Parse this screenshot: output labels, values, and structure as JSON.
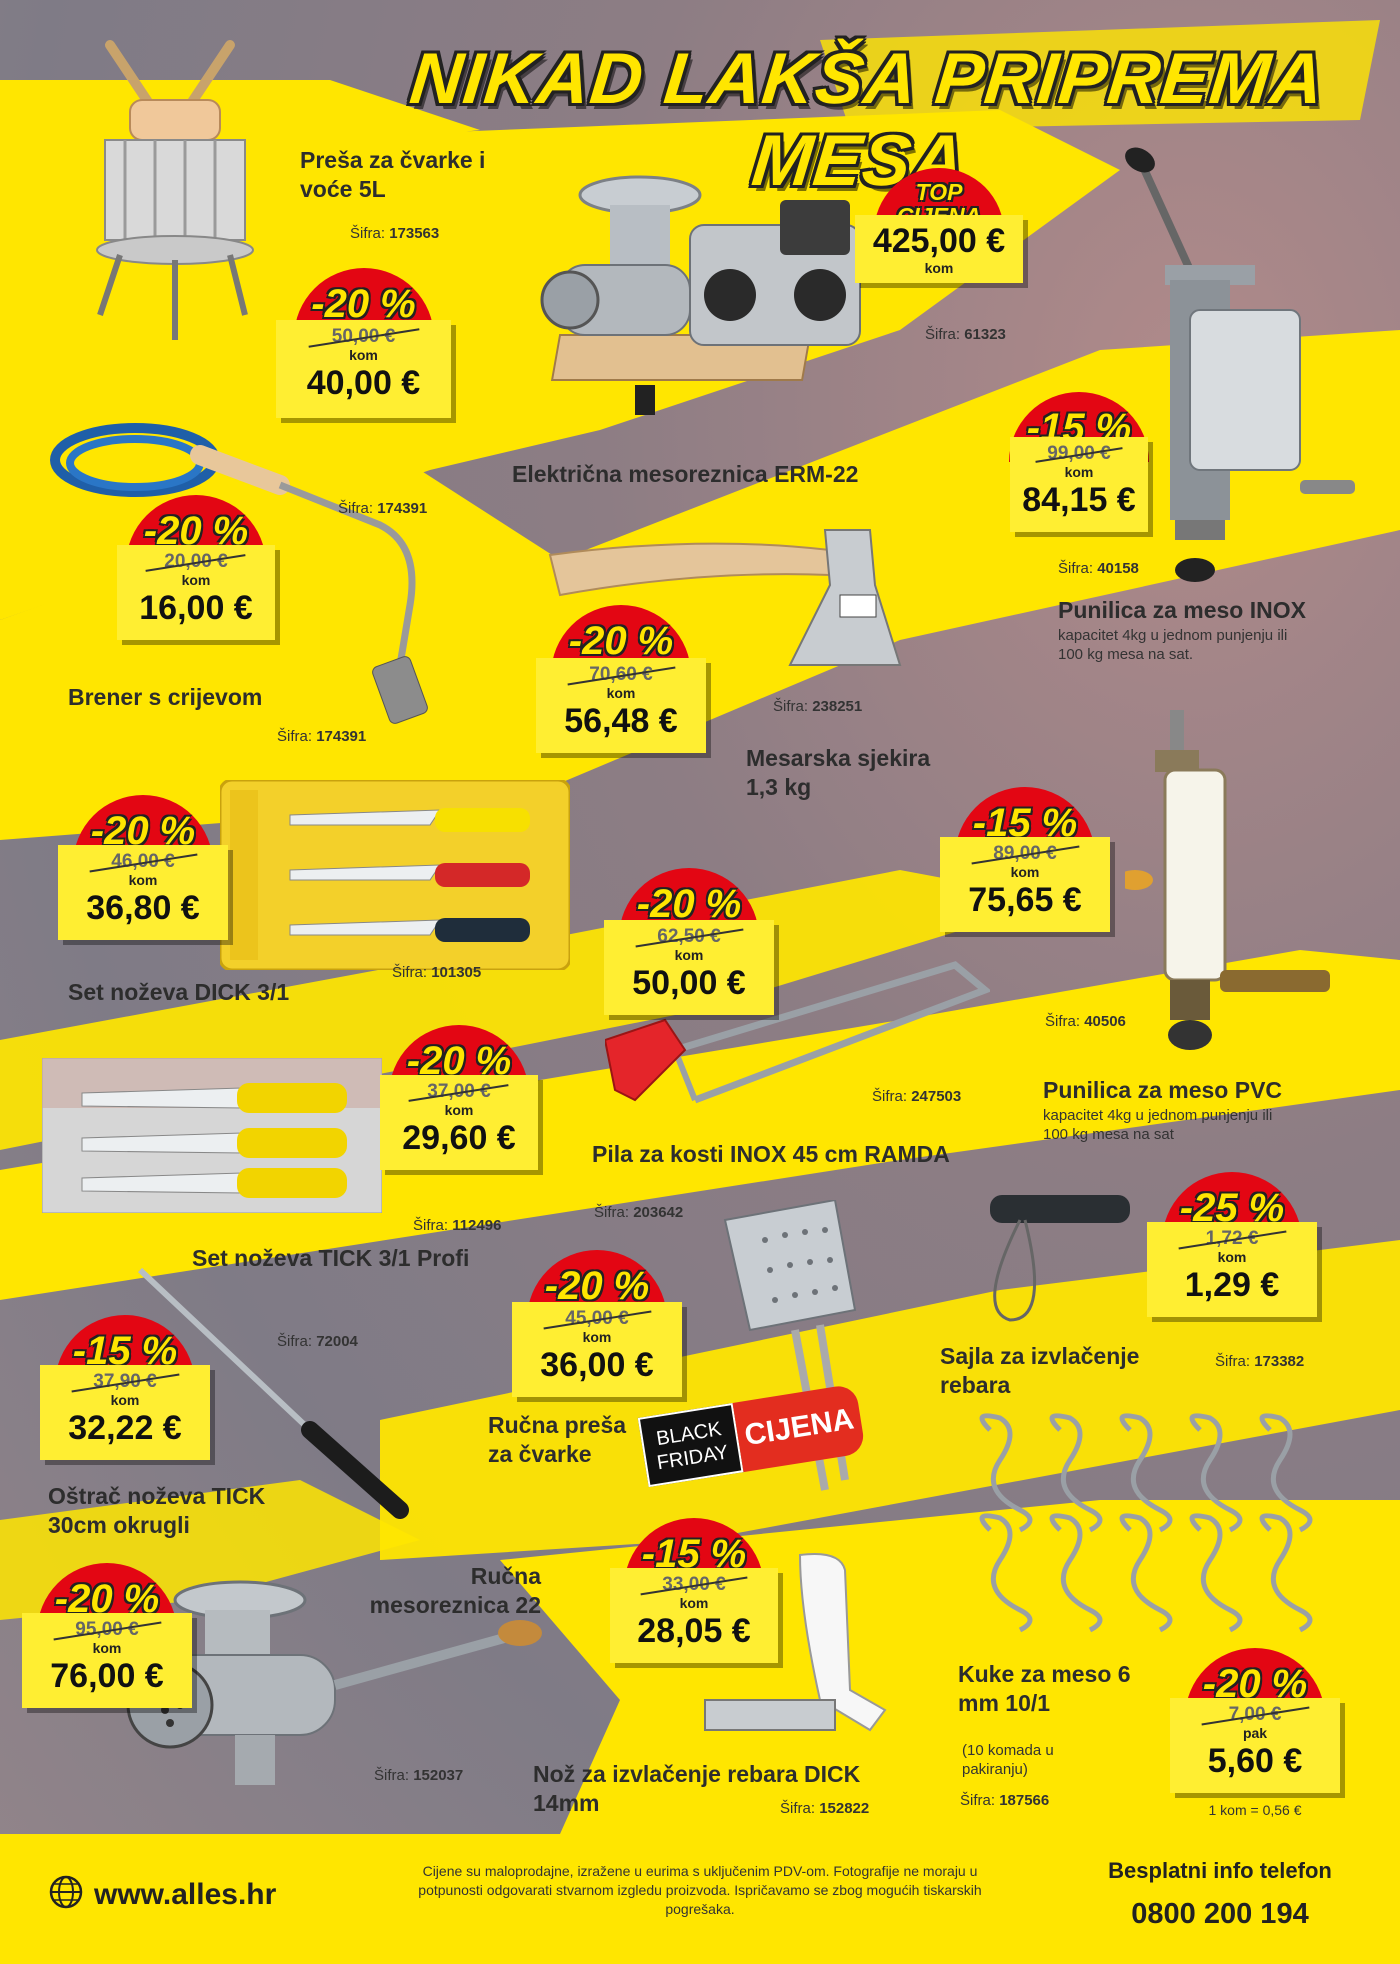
{
  "title": "NIKAD LAKŠA PRIPREMA MESA",
  "colors": {
    "yellow": "#ffe600",
    "red": "#e30613",
    "dark": "#2b2b2b"
  },
  "products": [
    {
      "name": "Preša za čvarke i voće 5L",
      "sifra_label": "Šifra:",
      "sifra": "173563",
      "badge": "-20 %",
      "old_price": "50,00 €",
      "unit": "kom",
      "price": "40,00 €"
    },
    {
      "name": "Električna mesoreznica ERM-22",
      "sifra_label": "Šifra:",
      "sifra": "61323",
      "badge": "TOP CIJENA",
      "old_price": "",
      "unit": "kom",
      "price": "425,00 €"
    },
    {
      "name": "Punilica za meso INOX",
      "desc": "kapacitet 4kg u jednom punjenju ili 100 kg mesa na sat.",
      "sifra_label": "Šifra:",
      "sifra": "40158",
      "badge": "-15 %",
      "old_price": "99,00 €",
      "unit": "kom",
      "price": "84,15 €"
    },
    {
      "name": "Brener s crijevom",
      "sifra_label": "Šifra:",
      "sifra": "174391",
      "sifra2": "174391",
      "badge": "-20 %",
      "old_price": "20,00 €",
      "unit": "kom",
      "price": "16,00 €"
    },
    {
      "name": "Mesarska sjekira 1,3 kg",
      "sifra_label": "Šifra:",
      "sifra": "238251",
      "badge": "-20 %",
      "old_price": "70,60 €",
      "unit": "kom",
      "price": "56,48 €"
    },
    {
      "name": "Set noževa DICK 3/1",
      "sifra_label": "Šifra:",
      "sifra": "101305",
      "badge": "-20 %",
      "old_price": "46,00 €",
      "unit": "kom",
      "price": "36,80 €"
    },
    {
      "name": "Punilica za meso PVC",
      "desc": "kapacitet 4kg u jednom punjenju ili 100 kg mesa na sat",
      "sifra_label": "Šifra:",
      "sifra": "40506",
      "badge": "-15 %",
      "old_price": "89,00 €",
      "unit": "kom",
      "price": "75,65 €"
    },
    {
      "name": "Pila za kosti INOX 45 cm RAMDA",
      "sifra_label": "Šifra:",
      "sifra": "247503",
      "badge": "-20 %",
      "old_price": "62,50 €",
      "unit": "kom",
      "price": "50,00 €"
    },
    {
      "name": "Set noževa TICK 3/1 Profi",
      "sifra_label": "Šifra:",
      "sifra": "112496",
      "badge": "-20 %",
      "old_price": "37,00 €",
      "unit": "kom",
      "price": "29,60 €"
    },
    {
      "name": "Sajla za izvlačenje rebara",
      "sifra_label": "Šifra:",
      "sifra": "173382",
      "badge": "-25 %",
      "old_price": "1,72 €",
      "unit": "kom",
      "price": "1,29 €"
    },
    {
      "name": "Ručna preša za čvarke",
      "sifra_label": "Šifra:",
      "sifra": "203642",
      "badge": "-20 %",
      "old_price": "45,00 €",
      "unit": "kom",
      "price": "36,00 €"
    },
    {
      "name": "Oštrač noževa TICK 30cm okrugli",
      "sifra_label": "Šifra:",
      "sifra": "72004",
      "badge": "-15 %",
      "old_price": "37,90 €",
      "unit": "kom",
      "price": "32,22 €"
    },
    {
      "name": "Ručna mesoreznica 22",
      "sifra_label": "Šifra:",
      "sifra": "152037",
      "badge": "-20 %",
      "old_price": "95,00 €",
      "unit": "kom",
      "price": "76,00 €"
    },
    {
      "name": "Nož za izvlačenje rebara DICK 14mm",
      "sifra_label": "Šifra:",
      "sifra": "152822",
      "badge": "-15 %",
      "old_price": "33,00 €",
      "unit": "kom",
      "price": "28,05 €"
    },
    {
      "name": "Kuke za meso 6 mm 10/1",
      "desc": "(10 komada u pakiranju)",
      "sifra_label": "Šifra:",
      "sifra": "187566",
      "badge": "-20 %",
      "old_price": "7,00 €",
      "unit": "pak",
      "price": "5,60 €",
      "note": "1 kom = 0,56 €"
    }
  ],
  "black_friday": {
    "black": "BLACK",
    "friday": "FRIDAY",
    "cijena": "CIJENA",
    "percent": "% % -%"
  },
  "footer": {
    "website": "www.alles.hr",
    "disclaimer": "Cijene su maloprodajne, izražene u eurima s uključenim PDV-om. Fotografije ne moraju u potpunosti odgovarati stvarnom izgledu proizvoda. Ispričavamo se zbog mogućih tiskarskih pogrešaka.",
    "info_label": "Besplatni info telefon",
    "phone": "0800 200 194"
  }
}
